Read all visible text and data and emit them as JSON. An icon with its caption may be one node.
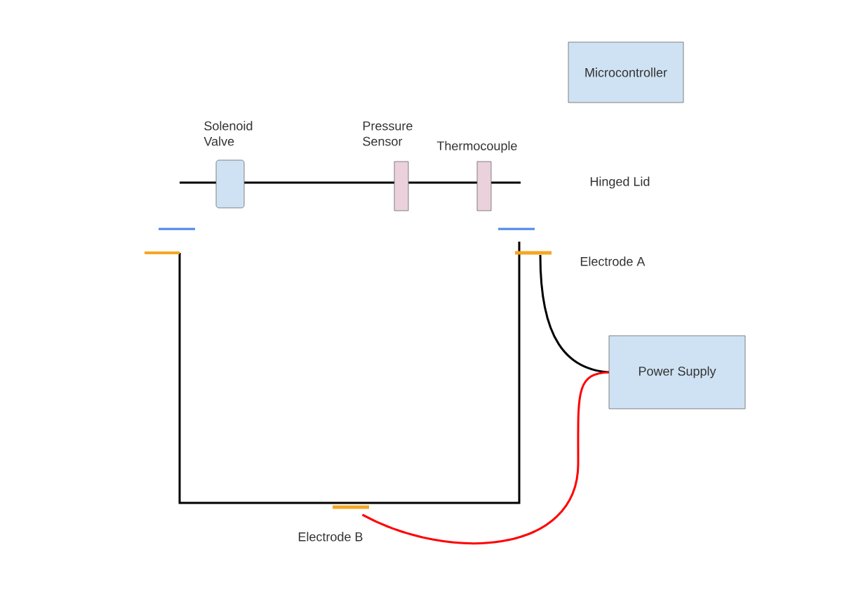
{
  "diagram": {
    "nodes": [
      {
        "text": [
          "Microcontroller"
        ]
      },
      {
        "text": [
          "Solenoid Valve"
        ]
      },
      {
        "text": [
          "Pressure Sensor"
        ]
      },
      {
        "text": [
          "Thermocouple"
        ]
      },
      {
        "text": [
          "Electrode A"
        ]
      },
      {
        "text": [
          "Power Supply"
        ]
      },
      {
        "text": [
          "Electrode B"
        ]
      }
    ],
    "edges": [
      {
        "from": 4,
        "to": 5,
        "arrow": "none"
      },
      {
        "from": 5,
        "to": 6,
        "arrow": "none",
        "color": "#ff0000"
      }
    ],
    "labels": [
      "Hinged Lid"
    ]
  }
}
